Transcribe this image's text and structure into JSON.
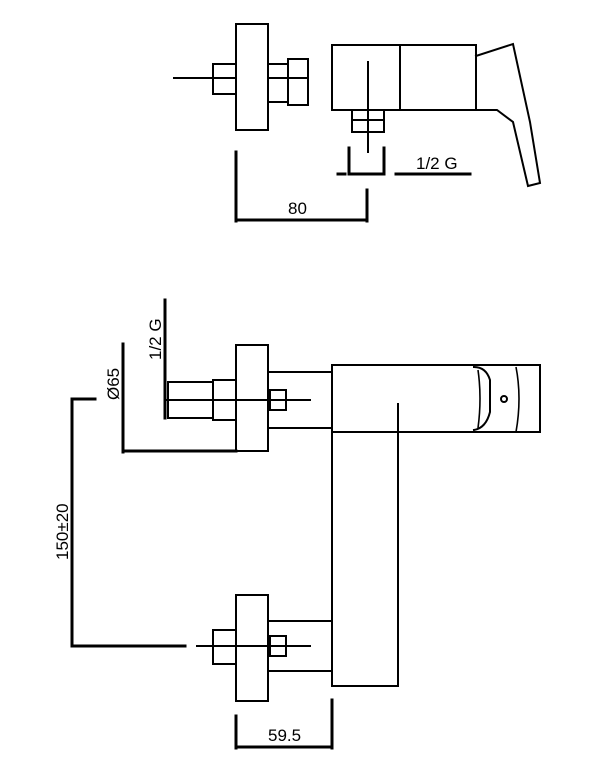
{
  "dimensions": {
    "top_depth": "80",
    "top_thread": "1/2 G",
    "front_thread": "1/2 G",
    "front_diameter": "Ø65",
    "center_distance": "150±20",
    "bottom_depth": "59.5"
  }
}
